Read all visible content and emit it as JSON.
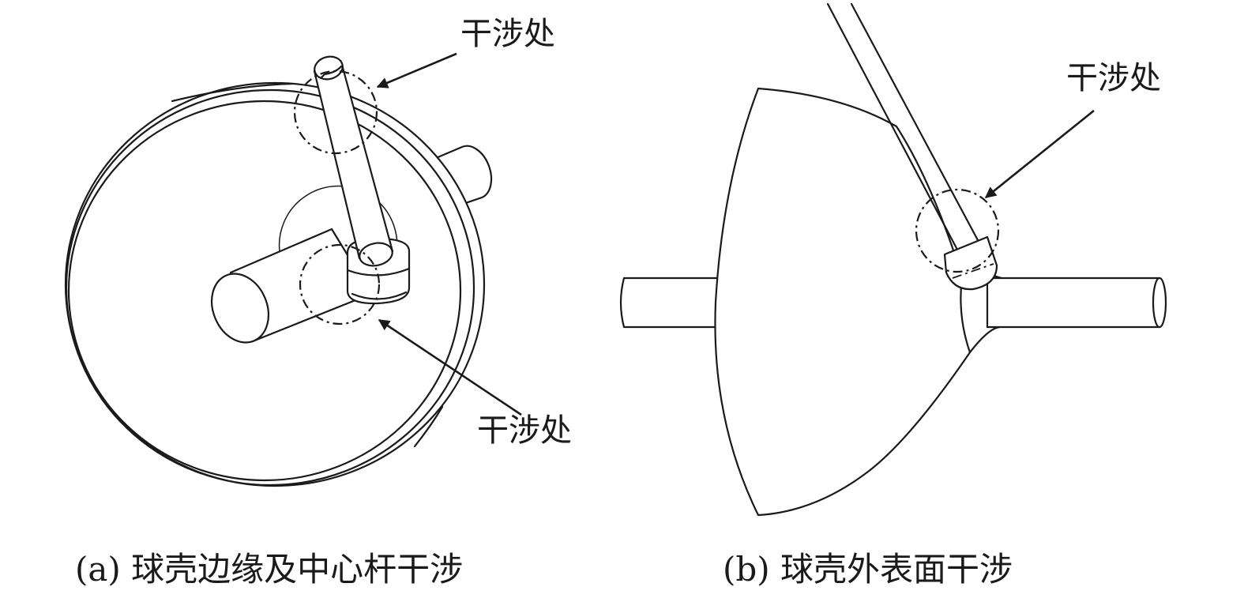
{
  "figure": {
    "panel_a": {
      "label_top": "干涉处",
      "label_bottom": "干涉处",
      "caption": "(a) 球壳边缘及中心杆干涉"
    },
    "panel_b": {
      "label": "干涉处",
      "caption": "(b) 球壳外表面干涉"
    },
    "colors": {
      "line": "#1a1a1a",
      "background": "#ffffff"
    }
  }
}
